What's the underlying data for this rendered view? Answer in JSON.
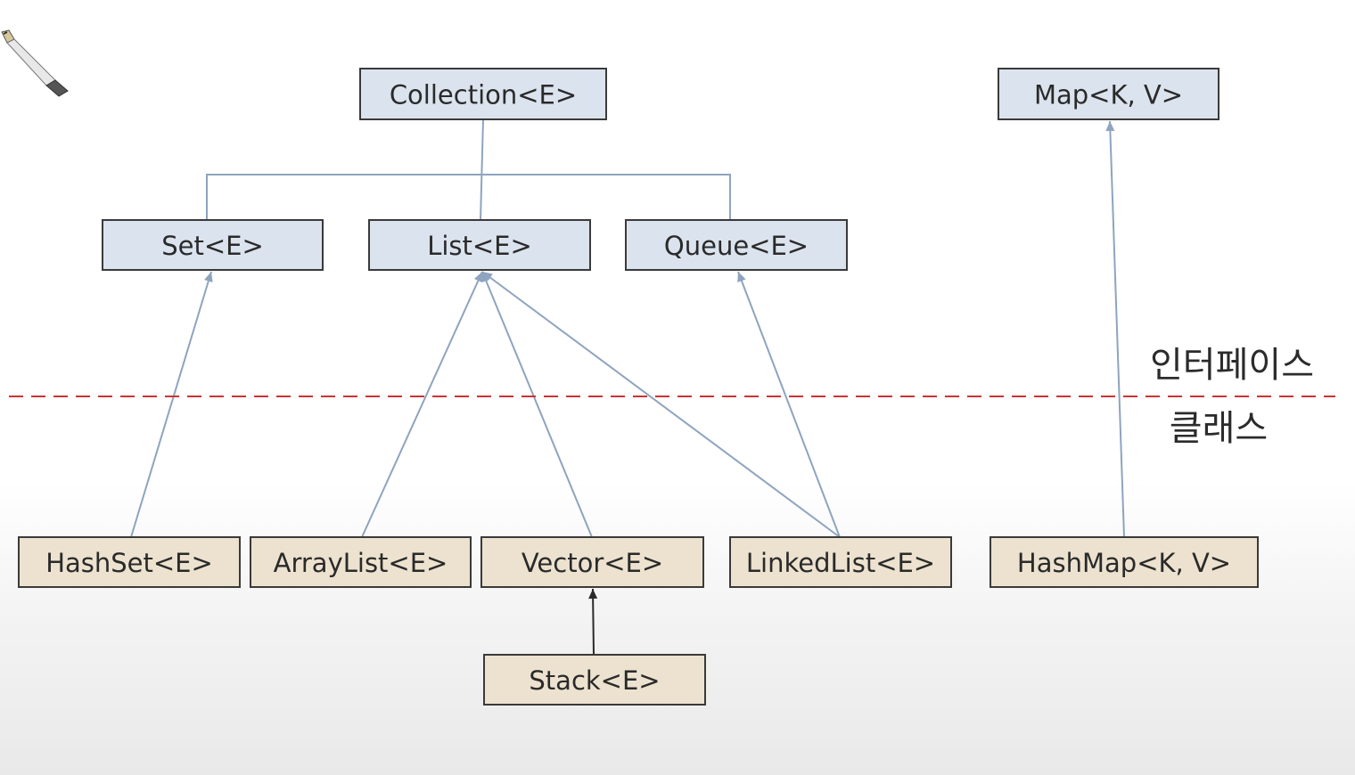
{
  "diagram": {
    "interfaces": [
      {
        "id": "collection",
        "label": "Collection<E>"
      },
      {
        "id": "set",
        "label": "Set<E>"
      },
      {
        "id": "list",
        "label": "List<E>"
      },
      {
        "id": "queue",
        "label": "Queue<E>"
      },
      {
        "id": "map",
        "label": "Map<K, V>"
      }
    ],
    "classes": [
      {
        "id": "hashset",
        "label": "HashSet<E>"
      },
      {
        "id": "arraylist",
        "label": "ArrayList<E>"
      },
      {
        "id": "vector",
        "label": "Vector<E>"
      },
      {
        "id": "linkedlist",
        "label": "LinkedList<E>"
      },
      {
        "id": "hashmap",
        "label": "HashMap<K, V>"
      },
      {
        "id": "stack",
        "label": "Stack<E>"
      }
    ],
    "hierarchy": [
      {
        "parent": "collection",
        "children": [
          "set",
          "list",
          "queue"
        ]
      }
    ],
    "implements": [
      {
        "from": "hashset",
        "to": "set"
      },
      {
        "from": "arraylist",
        "to": "list"
      },
      {
        "from": "vector",
        "to": "list"
      },
      {
        "from": "linkedlist",
        "to": "list"
      },
      {
        "from": "linkedlist",
        "to": "queue"
      },
      {
        "from": "hashmap",
        "to": "map"
      }
    ],
    "extends": [
      {
        "from": "stack",
        "to": "vector"
      }
    ],
    "legend": {
      "interface_label": "인터페이스",
      "class_label": "클래스"
    },
    "colors": {
      "interface_fill": "#dbe3ee",
      "class_fill": "#ece2cf",
      "border": "#3a3a3a",
      "connector": "#8ea4bf",
      "extends_arrow": "#2a2a2a",
      "divider": "#cc3333"
    }
  }
}
